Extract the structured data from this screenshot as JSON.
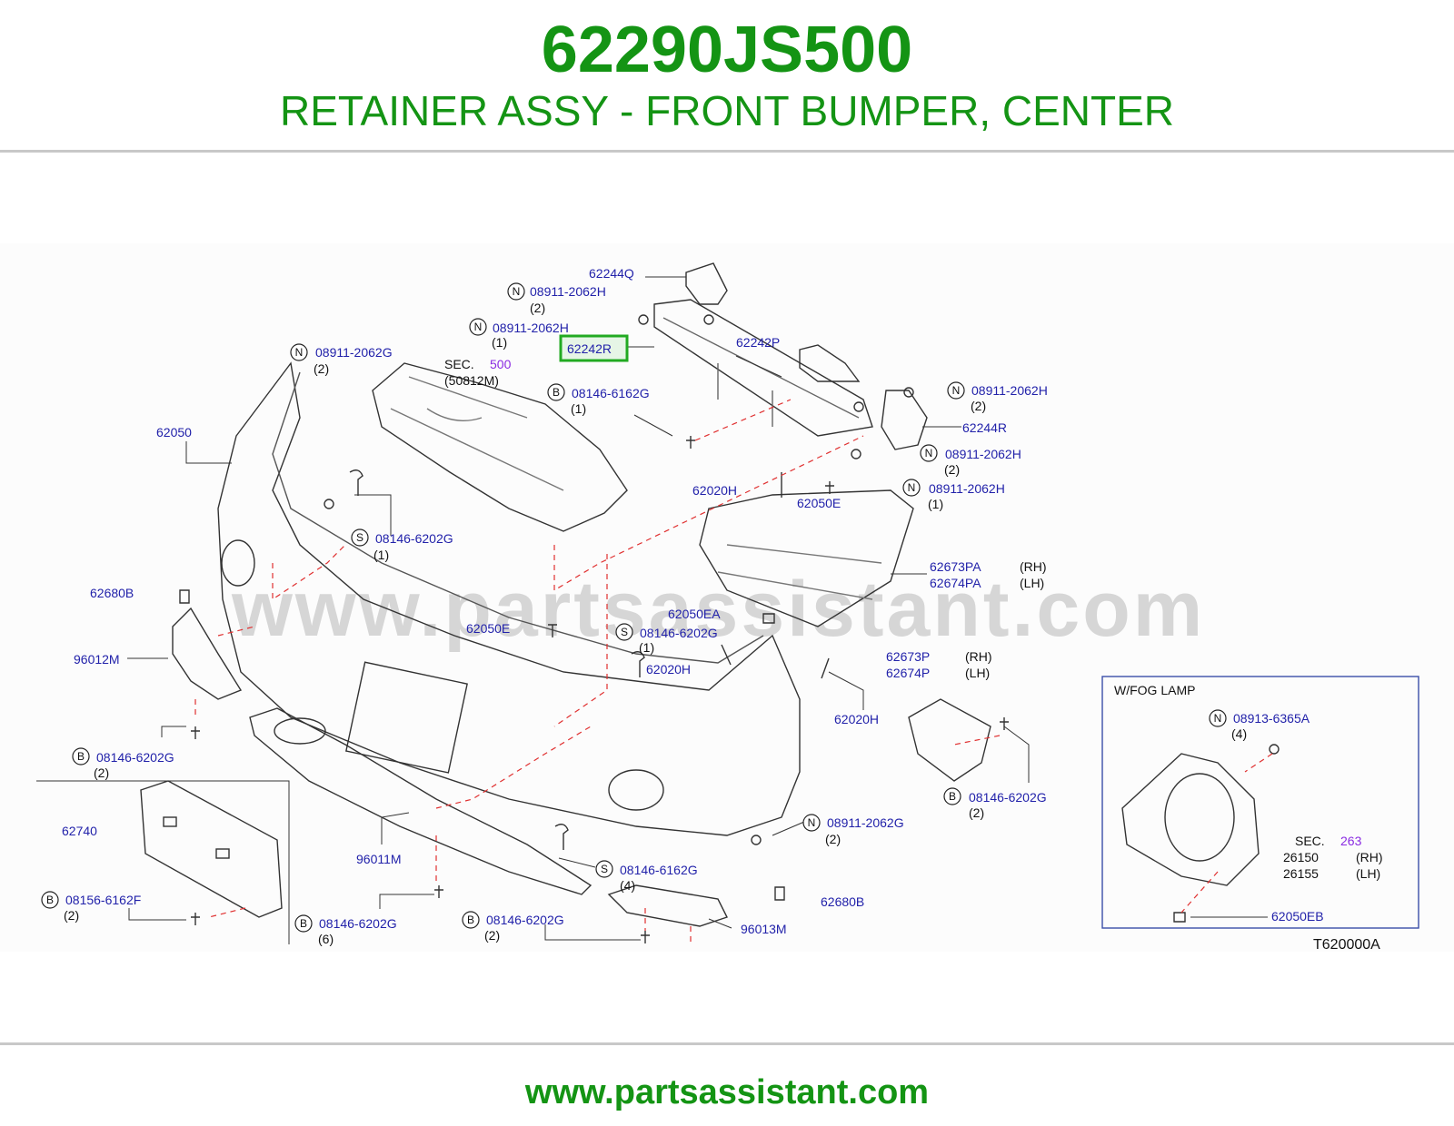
{
  "header": {
    "part_number": "62290JS500",
    "part_name": "RETAINER ASSY - FRONT BUMPER, CENTER"
  },
  "footer": {
    "website": "www.partsassistant.com"
  },
  "watermark": "www.partsassistant.com",
  "diagram": {
    "code": "T620000A",
    "highlighted_part": "62242R",
    "highlight_color": "#22aa22",
    "sec500": {
      "prefix": "SEC.",
      "number": "500",
      "sub": "(50812M)"
    },
    "fog_box": {
      "title": "W/FOG   LAMP",
      "sec_prefix": "SEC.",
      "sec_number": "263",
      "part_26150": "26150",
      "rh": "(RH)",
      "part_26155": "26155",
      "lh": "(LH)",
      "n_08913": "08913-6365A",
      "qty_4": "(4)",
      "p_62050EB": "62050EB"
    },
    "letters": {
      "N": "N",
      "B": "B",
      "S": "S"
    },
    "labels": {
      "p62244Q": "62244Q",
      "n1_code": "08911-2062H",
      "n1_qty": "(2)",
      "n2_code": "08911-2062H",
      "n2_qty": "(1)",
      "p62242R": "62242R",
      "p62242P": "62242P",
      "n3_code": "08911-2062G",
      "n3_qty": "(2)",
      "b1_code": "08146-6162G",
      "b1_qty": "(1)",
      "n4_code": "08911-2062H",
      "n4_qty": "(2)",
      "p62244R": "62244R",
      "n5_code": "08911-2062H",
      "n5_qty": "(2)",
      "n6_code": "08911-2062H",
      "n6_qty": "(1)",
      "p62050": "62050",
      "p62020H_a": "62020H",
      "p62050E_a": "62050E",
      "s1_code": "08146-6202G",
      "s1_qty": "(1)",
      "p62673PA": "62673PA",
      "rh_a": "(RH)",
      "p62674PA": "62674PA",
      "lh_a": "(LH)",
      "p62680B_a": "62680B",
      "p62050EA": "62050EA",
      "p62050E_b": "62050E",
      "s2_code": "08146-6202G",
      "s2_qty": "(1)",
      "p96012M": "96012M",
      "p62020H_b": "62020H",
      "p62673P": "62673P",
      "rh_b": "(RH)",
      "p62674P": "62674P",
      "lh_b": "(LH)",
      "p62020H_c": "62020H",
      "b2_code": "08146-6202G",
      "b2_qty": "(2)",
      "b3_code": "08146-6202G",
      "b3_qty": "(2)",
      "p62740": "62740",
      "n7_code": "08911-2062G",
      "n7_qty": "(2)",
      "p96011M": "96011M",
      "s3_code": "08146-6162G",
      "s3_qty": "(4)",
      "b4_code": "08156-6162F",
      "b4_qty": "(2)",
      "p62680B_b": "62680B",
      "b5_code": "08146-6202G",
      "b5_qty": "(6)",
      "b6_code": "08146-6202G",
      "b6_qty": "(2)",
      "p96013M": "96013M"
    }
  }
}
